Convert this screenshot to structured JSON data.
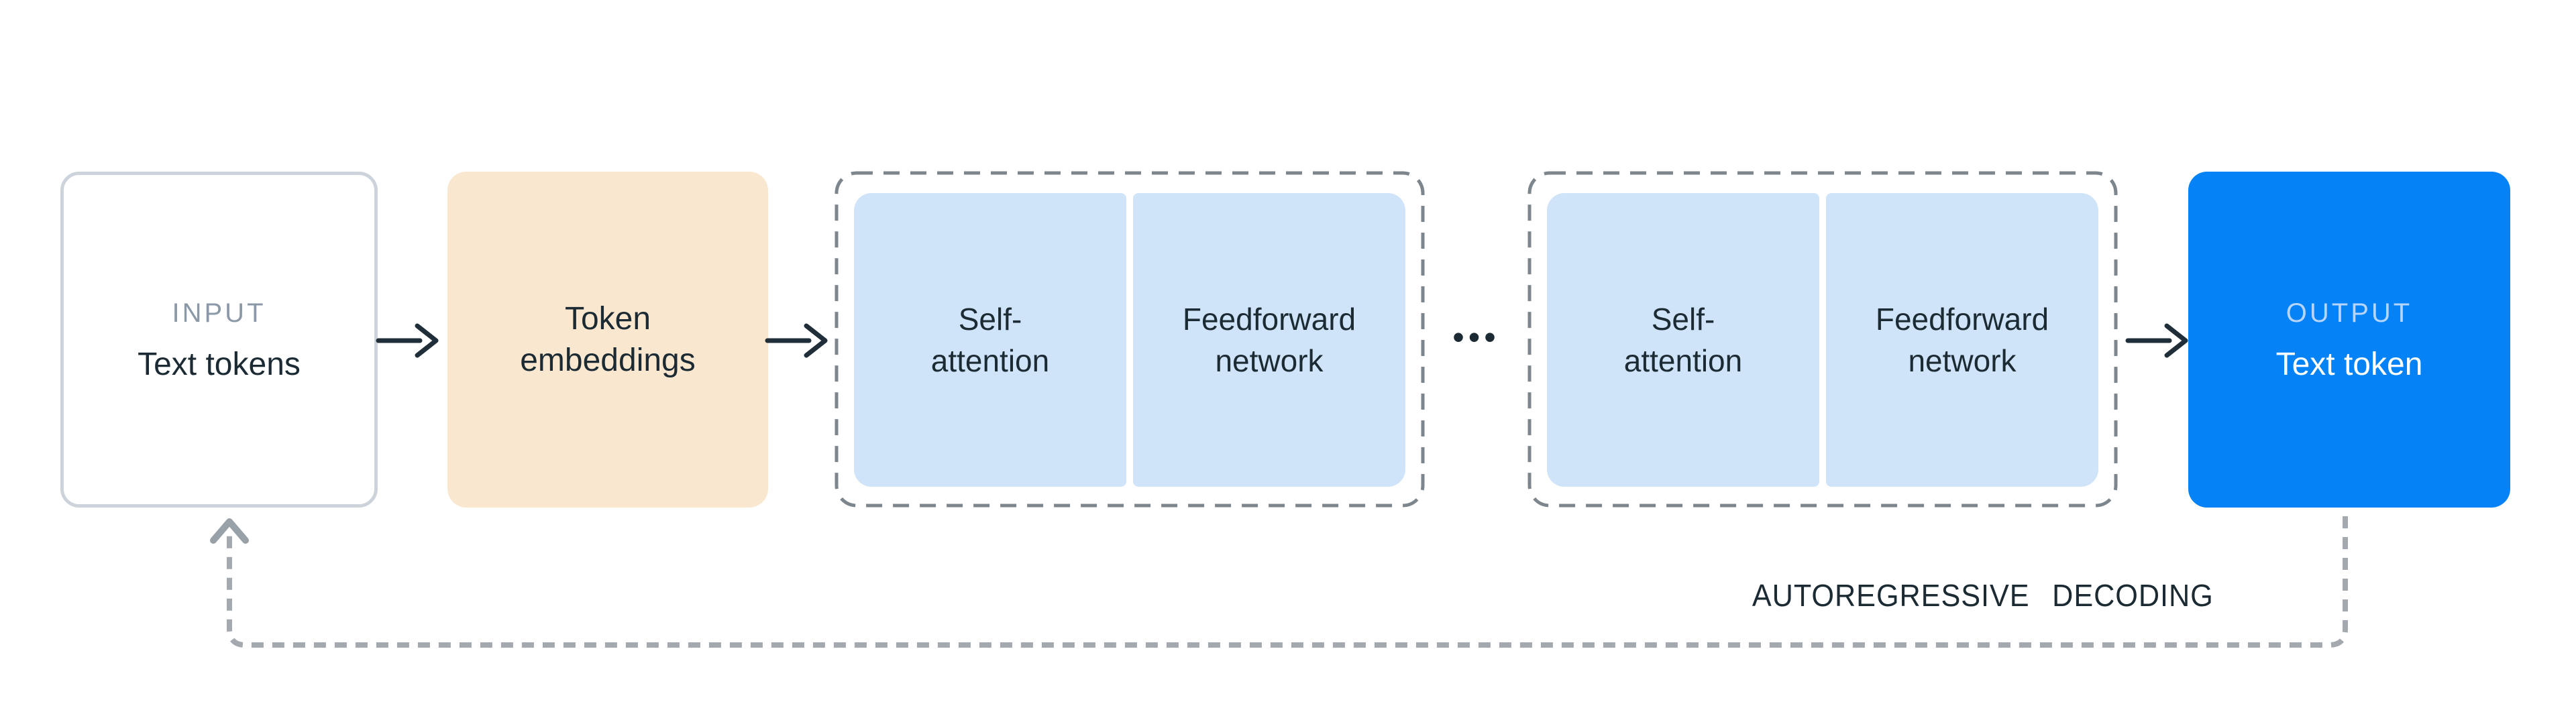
{
  "diagram": {
    "input": {
      "label": "INPUT",
      "text": "Text tokens"
    },
    "token_embeddings": {
      "lines": [
        "Token",
        "embeddings"
      ]
    },
    "blocks": [
      {
        "sublayers": [
          {
            "lines": [
              "Self-",
              "attention"
            ]
          },
          {
            "lines": [
              "Feedforward",
              "network"
            ]
          }
        ]
      },
      {
        "sublayers": [
          {
            "lines": [
              "Self-",
              "attention"
            ]
          },
          {
            "lines": [
              "Feedforward",
              "network"
            ]
          }
        ]
      }
    ],
    "ellipsis": "•••",
    "output": {
      "label": "OUTPUT",
      "text": "Text token"
    },
    "loop_label": "AUTOREGRESSIVE DECODING",
    "colors": {
      "background": "#ffffff",
      "text_dark": "#1c2b33",
      "muted_label_gray": "#8a98a7",
      "input_border_gray": "#ccd3da",
      "embedding_peach": "#fae7cf",
      "sublayer_blue": "#cfe4f8",
      "output_blue": "#0582f6",
      "output_label_blue": "#b5d6fa",
      "block_dash_gray": "#7e868d",
      "loop_dash_gray": "#a3a9af",
      "arrow_dark": "#1f2e38"
    }
  }
}
